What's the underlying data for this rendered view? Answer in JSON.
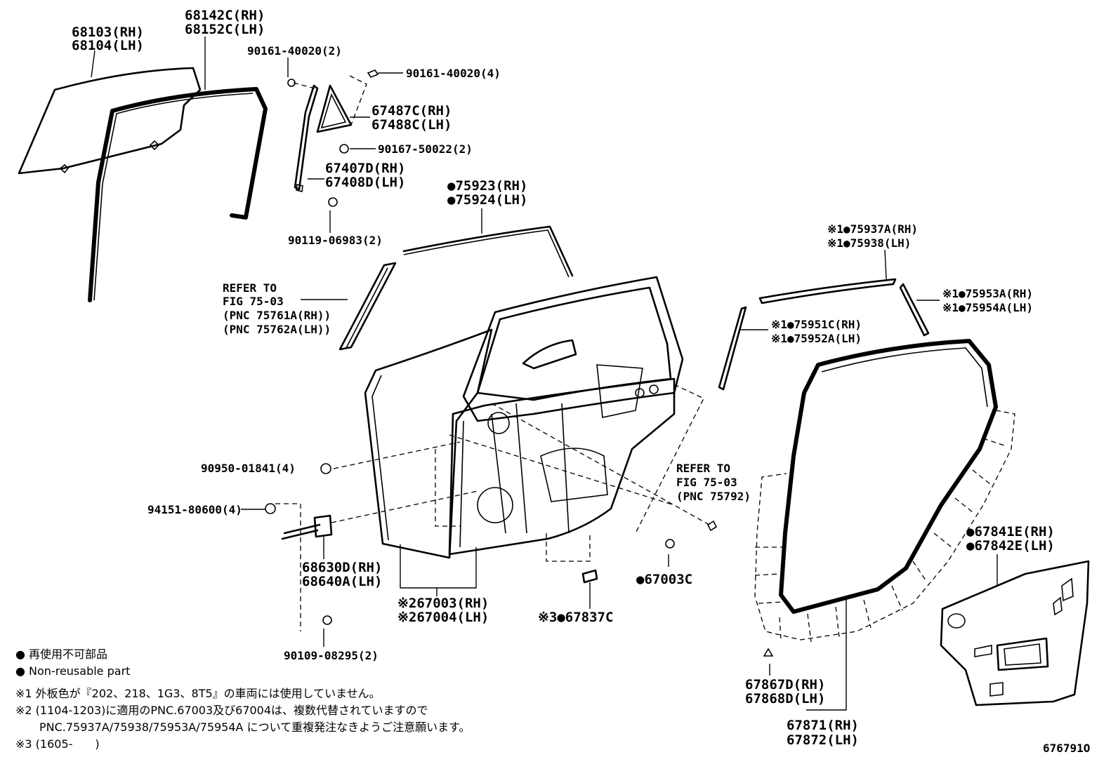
{
  "labels": {
    "l68103": "68103(RH)",
    "l68104": "68104(LH)",
    "l68142": "68142C(RH)",
    "l68152": "68152C(LH)",
    "l90161a": "90161-40020(2)",
    "l90161b": "90161-40020(4)",
    "l67487": "67487C(RH)",
    "l67488": "67488C(LH)",
    "l90167": "90167-50022(2)",
    "l67407": "67407D(RH)",
    "l67408": "67408D(LH)",
    "l90119": "90119-06983(2)",
    "l75923": "●75923(RH)",
    "l75924": "●75924(LH)",
    "l75937": "※1●75937A(RH)",
    "l75938": "※1●75938(LH)",
    "l75953": "※1●75953A(RH)",
    "l75954": "※1●75954A(LH)",
    "l75951": "※1●75951C(RH)",
    "l75952": "※1●75952A(LH)",
    "refer1_a": "REFER TO",
    "refer1_b": "FIG 75-03",
    "refer1_c": "(PNC 75761A(RH))",
    "refer1_d": "(PNC 75762A(LH))",
    "refer2_a": "REFER TO",
    "refer2_b": "FIG 75-03",
    "refer2_c": "(PNC 75792)",
    "l90950": "90950-01841(4)",
    "l94151": "94151-80600(4)",
    "l68630": "68630D(RH)",
    "l68640": "68640A(LH)",
    "l67003": "※267003(RH)",
    "l67004": "※267004(LH)",
    "l67837": "※3●67837C",
    "l67003c": "●67003C",
    "l90109": "90109-08295(2)",
    "l67841": "●67841E(RH)",
    "l67842": "●67842E(LH)",
    "l67867": "67867D(RH)",
    "l67868": "67868D(LH)",
    "l67871": "67871(RH)",
    "l67872": "67872(LH)",
    "figno": "676791O"
  },
  "legend": {
    "ja": "● 再使用不可部品",
    "en": "● Non-reusable part"
  },
  "notes": {
    "n1": "※1 外板色が『202、218、1G3、8T5』の車両には使用していません。",
    "n2a": "※2 (1104-1203)に適用のPNC.67003及び67004は、複数代替されていますので",
    "n2b": "PNC.75937A/75938/75953A/75954A について重複発注なきようご注意願います。",
    "n3": "※3 (1605-　　)"
  }
}
